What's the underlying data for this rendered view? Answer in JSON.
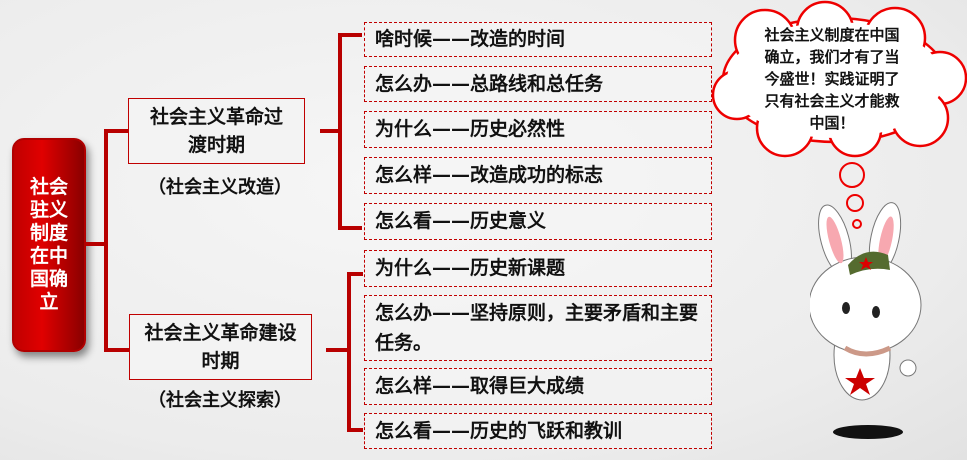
{
  "root": {
    "label": "社会驻义制度在中国确立"
  },
  "periods": [
    {
      "title": "社会主义革命过渡时期",
      "subtitle": "（社会主义改造）",
      "items": [
        "啥时候——改造的时间",
        "怎么办——总路线和总任务",
        "为什么——历史必然性",
        "怎么样——改造成功的标志",
        "怎么看——历史意义"
      ]
    },
    {
      "title": "社会主义革命建设时期",
      "subtitle": "（社会主义探索）",
      "items": [
        "为什么——历史新课题",
        "怎么办——坚持原则，主要矛盾和主要任务。",
        "怎么样——取得巨大成绩",
        "怎么看——历史的飞跃和教训"
      ]
    }
  ],
  "thought_bubble": {
    "text": "社会主义制度在中国确立，我们才有了当今盛世！实践证明了只有社会主义才能救中国！"
  },
  "colors": {
    "accent": "#c00000"
  }
}
